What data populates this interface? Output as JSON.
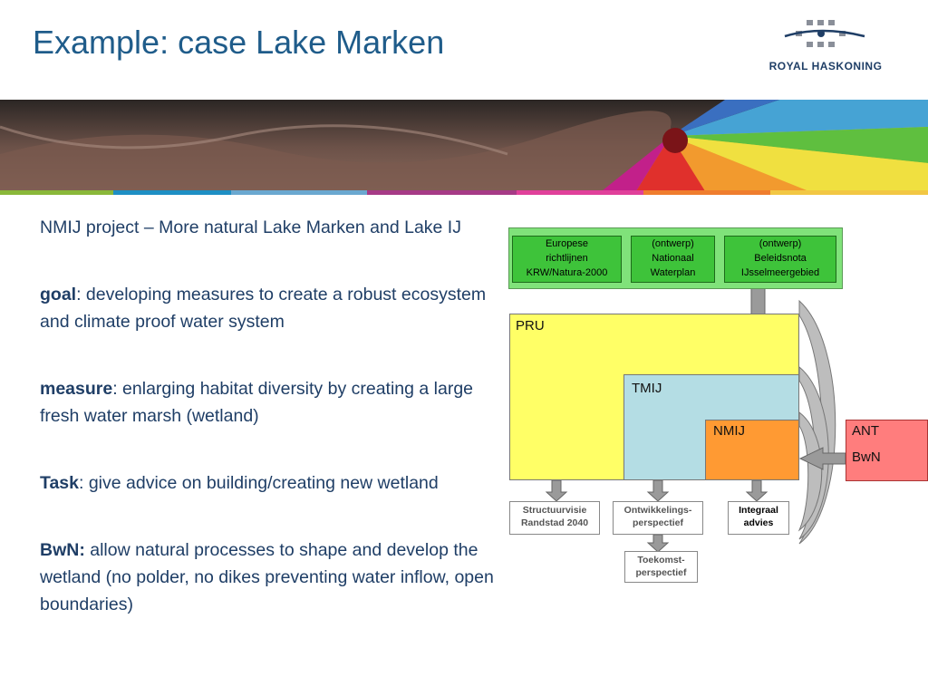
{
  "title": "Example: case Lake Marken",
  "logo": {
    "text": "ROYAL HASKONING"
  },
  "text": {
    "intro": "NMIJ project – More natural Lake Marken and Lake IJ",
    "goal_label": "goal",
    "goal_text": ": developing measures to create a robust ecosystem and climate proof water system",
    "measure_label": "measure",
    "measure_text": ": enlarging habitat diversity by creating a large fresh water marsh (wetland)",
    "task_label": "Task",
    "task_text": ": give advice on building/creating new wetland",
    "bwn_label": "BwN:",
    "bwn_text": " allow natural processes to shape and develop the wetland (no polder, no dikes preventing water inflow, open boundaries)"
  },
  "diagram": {
    "top_boxes": [
      {
        "line1": "Europese",
        "line2": "richtlijnen",
        "line3": "KRW/Natura-2000"
      },
      {
        "line1": "(ontwerp)",
        "line2": "Nationaal",
        "line3": "Waterplan"
      },
      {
        "line1": "(ontwerp)",
        "line2": "Beleidsnota",
        "line3": "IJsselmeergebied"
      }
    ],
    "pru": "PRU",
    "tmij": "TMIJ",
    "nmij": "NMIJ",
    "ant_line1": "ANT",
    "ant_line2": "BwN",
    "outputs": [
      {
        "line1": "Structuurvisie",
        "line2": "Randstad 2040"
      },
      {
        "line1": "Ontwikkelings-",
        "line2": "perspectief"
      },
      {
        "line1": "Integraal",
        "line2": "advies"
      }
    ],
    "toekomst": {
      "line1": "Toekomst-",
      "line2": "perspectief"
    }
  },
  "colors": {
    "title": "#1f5c8a",
    "body_text": "#1f3e66",
    "green_box": "#3ec33a",
    "pru": "#ffff66",
    "tmij": "#b4dde4",
    "nmij": "#ff9a33",
    "ant": "#ff7d7d"
  }
}
